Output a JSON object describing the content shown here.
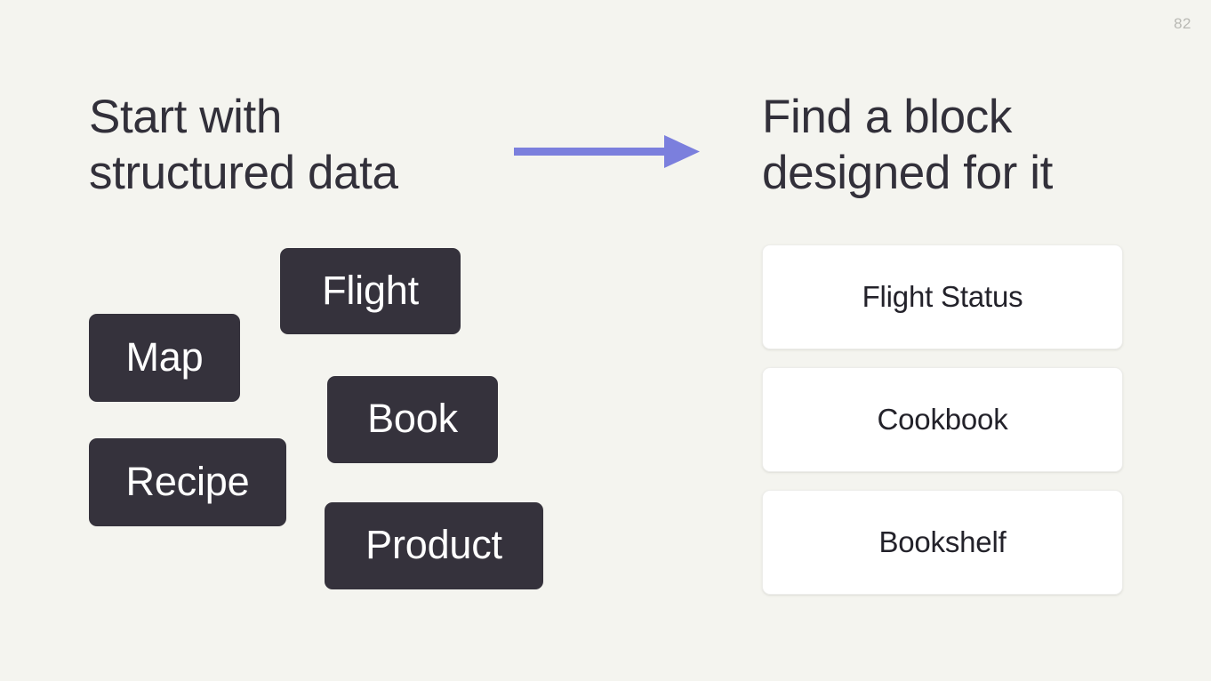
{
  "slide": {
    "page_number": "82",
    "background_color": "#f4f4ef",
    "accent_color": "#7b7fdd",
    "chip_color": "#35323c",
    "heading_color": "#32303a",
    "card_background": "#ffffff"
  },
  "left": {
    "heading": "Start with\nstructured data",
    "chips": [
      {
        "label": "Flight"
      },
      {
        "label": "Map"
      },
      {
        "label": "Book"
      },
      {
        "label": "Recipe"
      },
      {
        "label": "Product"
      }
    ]
  },
  "arrow": {
    "icon": "arrow-right-icon",
    "color": "#7b7fdd"
  },
  "right": {
    "heading": "Find a block\ndesigned for it",
    "cards": [
      {
        "label": "Flight Status"
      },
      {
        "label": "Cookbook"
      },
      {
        "label": "Bookshelf"
      }
    ]
  }
}
